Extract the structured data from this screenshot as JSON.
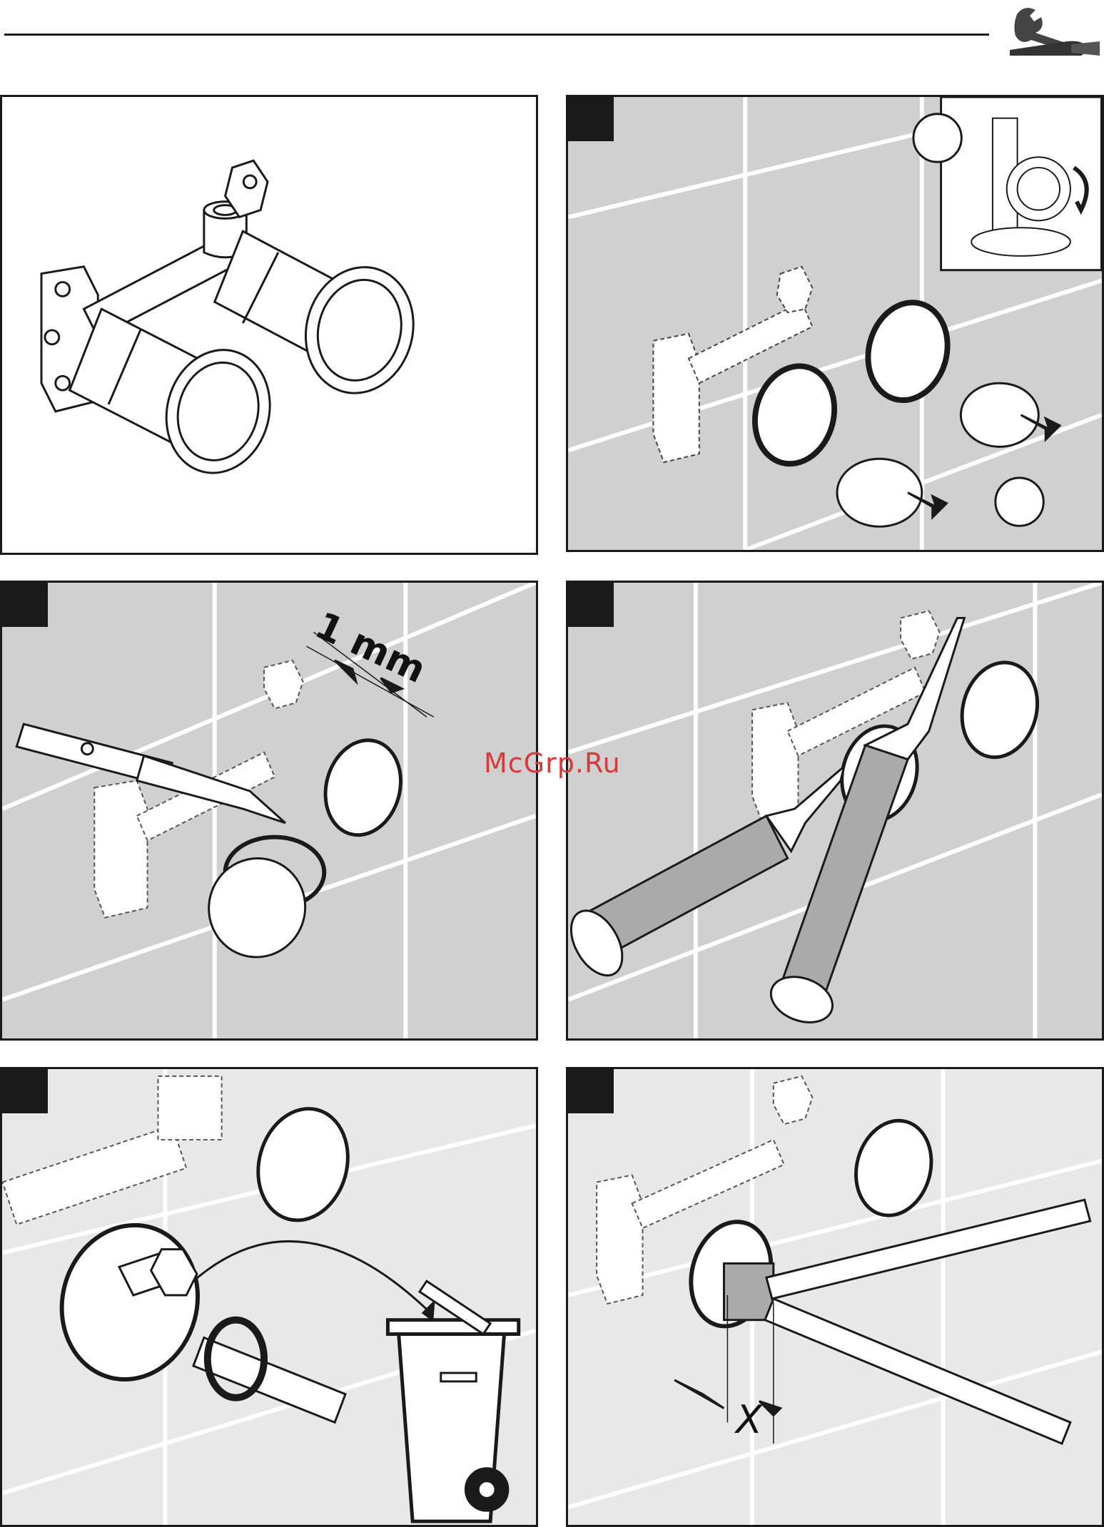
{
  "header": {
    "tools_icon": "wrench-screwdriver-icon"
  },
  "watermark": {
    "text": "McGrp.Ru"
  },
  "panels": [
    {
      "id": "p1",
      "icon": "wall-valve-body-illustration"
    },
    {
      "id": "p2",
      "icon": "remove-caps-illustration"
    },
    {
      "id": "p3",
      "icon": "cut-protector-illustration",
      "dimension": "1 mm"
    },
    {
      "id": "p4",
      "icon": "apply-sealant-illustration"
    },
    {
      "id": "p5",
      "icon": "remove-plug-dispose-illustration"
    },
    {
      "id": "p6",
      "icon": "measure-depth-illustration",
      "dimension": "X"
    }
  ],
  "colors": {
    "line": "#1a1a1a",
    "wall": "#d0d0d0",
    "wall_light": "#e8e8e8",
    "badge": "#1a1a1a",
    "watermark": "#d43b3b"
  }
}
